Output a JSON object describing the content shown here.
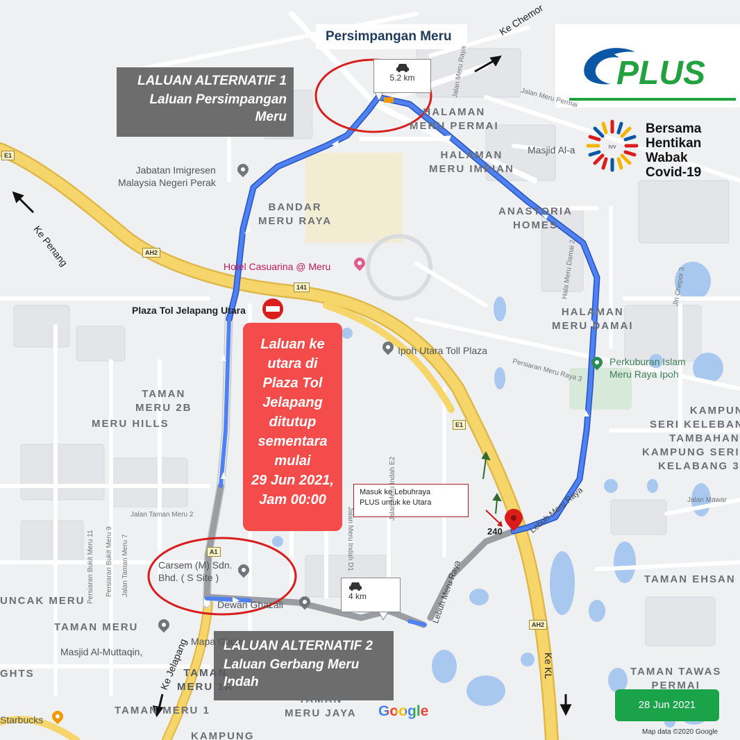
{
  "header": {
    "intersection_title": "Persimpangan Meru",
    "logo_text": "PLUS",
    "campaign_text": "Bersama\nHentikan\nWabak\nCovid-19",
    "campaign_badge": "ivv"
  },
  "alt_route_1": {
    "title": "LALUAN ALTERNATIF 1",
    "subtitle": "Laluan Persimpangan\nMeru"
  },
  "alt_route_2": {
    "title": "LALUAN ALTERNATIF 2",
    "subtitle": "Laluan Gerbang Meru\nIndah"
  },
  "closure_notice": "Laluan ke\nutara di\nPlaza Tol\nJelapang\nditutup\nsementara\nmulai\n29 Jun 2021,\nJam 00:00",
  "entry_note": "Masuk ke Lebuhraya\nPLUS untuk ke Utara",
  "distance_1": "5.2 km",
  "distance_2": "4 km",
  "exit_number": "240",
  "directions": {
    "chemor": "Ke Chemor",
    "penang": "Ke Penang",
    "jelapang": "Ke Jelapang",
    "kl": "Ke KL"
  },
  "date": "28 Jun 2021",
  "areas": {
    "halaman_meru_permai": "HALAMAN\nMERU PERMAI",
    "halaman_meru_impian": "HALAMAN\nMERU IMPIAN",
    "bandar_meru_raya": "BANDAR\nMERU RAYA",
    "anastoria_homes": "ANASTORIA\nHOMES",
    "halaman_meru_damai": "HALAMAN\nMERU DAMAI",
    "taman_meru_2b": "TAMAN\nMERU 2B",
    "meru_hills": "MERU HILLS",
    "kampung_seri_kelebang": "KAMPUNG\nSERI KELEBANG",
    "tambahan_kampung_seri_kelabang_3": "TAMBAHAN\nKAMPUNG SERI\nKELABANG 3",
    "taman_ehsan": "TAMAN EHSAN",
    "uncak_meru": "UNCAK MERU",
    "taman_meru": "TAMAN MERU",
    "ghts": "GHTS",
    "taman_meru_1a": "TAMAN\nMERU 1A",
    "taman_meru_1": "TAMAN MERU 1",
    "taman_meru_jaya": "TAMAN\nMERU JAYA",
    "taman_tawas_permai": "TAMAN TAWAS\nPERMAI",
    "kampung": "KAMPUNG"
  },
  "places": {
    "jabatan_imigresen": "Jabatan Imigresen\nMalaysia Negeri Perak",
    "hotel_casuarina": "Hotel Casuarina @ Meru",
    "plaza_tol_jelapang_utara": "Plaza Tol Jelapang Utara",
    "ipoh_utara_toll_plaza": "Ipoh Utara Toll Plaza",
    "perkuburan_islam": "Perkuburan Islam\nMeru Raya Ipoh",
    "masjid_al_a": "Masjid Al-a",
    "carsem": "Carsem (M) Sdn.\nBhd. ( S Site )",
    "dewan_ghazali": "Dewan Ghazali",
    "masjid_al_muttaqin": "Masjid Al-Muttaqin,",
    "mapa_glaze": "Mapa Glaze",
    "starbucks": "Starbucks"
  },
  "streets": {
    "jalan_taman_meru_2": "Jalan Taman Meru 2",
    "persiaran_bukit_meru_11": "Persiaran Bukit Meru 11",
    "persiaran_bukit_meru_9": "Persiaran Bukit Meru 9",
    "jalan_taman_meru_7": "Jalan Taman Meru 7",
    "jalan_meru_indah_d1": "Jalan Meru Indah D1",
    "jalan_meru_indah_e2": "Jalan Meru Indah E2",
    "persiaran_meru_raya_3": "Persiaran Meru Raya 3",
    "lebuh_meru_raya": "Lebuh Meru Raya",
    "jalan_mawar": "Jalan Mawar",
    "jalan_chepor_3": "Jln Chepor 3",
    "halu_meru_damai_2": "Hala Meru Damai 2",
    "jalan_meru_permai": "Jalan Meru Permai",
    "jalan_meru_raya": "Jalan Meru Raya"
  },
  "road_shields": {
    "e1_west": "E1",
    "ah2_west": "AH2",
    "r141": "141",
    "a1": "A1",
    "e1_mid": "E1",
    "ah2_south": "AH2"
  },
  "attribution": {
    "google": "Google",
    "map_data": "Map data ©2020 Google"
  },
  "colors": {
    "route_blue": "#3d6fe0",
    "alert_red": "#f44b4b",
    "highlight_circle": "#d91c1c",
    "info_grey": "#6d6d6d",
    "date_green": "#1ba34a",
    "plus_blue": "#0c56a6",
    "plus_green": "#22a13f",
    "highway_yellow": "#f6d66a",
    "water": "#a8c8f0"
  }
}
